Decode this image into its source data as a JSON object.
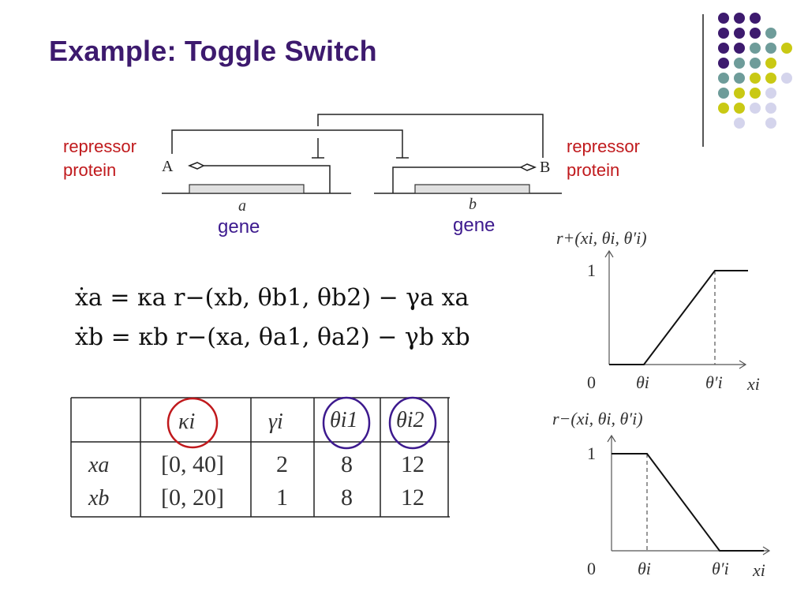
{
  "title": "Example: Toggle Switch",
  "labels": {
    "repressor_left_1": "repressor",
    "repressor_left_2": "protein",
    "repressor_right_1": "repressor",
    "repressor_right_2": "protein",
    "gene_left": "gene",
    "gene_right": "gene",
    "protein_a": "A",
    "protein_b": "B",
    "gene_a": "a",
    "gene_b": "b"
  },
  "equations": {
    "eq1": "ẋa = κa r−(xb, θb1, θb2) − γa xa",
    "eq2": "ẋb = κb r−(xa, θa1, θa2) − γb xb"
  },
  "table": {
    "headers": [
      "",
      "κi",
      "γi",
      "θi1",
      "θi2"
    ],
    "rows": [
      [
        "xa",
        "[0, 40]",
        "2",
        "8",
        "12"
      ],
      [
        "xb",
        "[0, 20]",
        "1",
        "8",
        "12"
      ]
    ]
  },
  "graphs": {
    "plus": {
      "title": "r+(xi, θi, θ′i)",
      "y_tick": "1",
      "origin": "0",
      "x_tick1": "θi",
      "x_tick2": "θ′i",
      "x_label": "xi"
    },
    "minus": {
      "title": "r−(xi, θi, θ′i)",
      "y_tick": "1",
      "origin": "0",
      "x_tick1": "θi",
      "x_tick2": "θ′i",
      "x_label": "xi"
    }
  },
  "colors": {
    "title": "#3d1a6e",
    "red": "#c0191c",
    "purple": "#3d1a8e",
    "dot_purple": "#3d1a6e",
    "dot_teal": "#6e9c9a",
    "dot_yellow": "#c9c914",
    "dot_lavender": "#d4d4ec"
  }
}
